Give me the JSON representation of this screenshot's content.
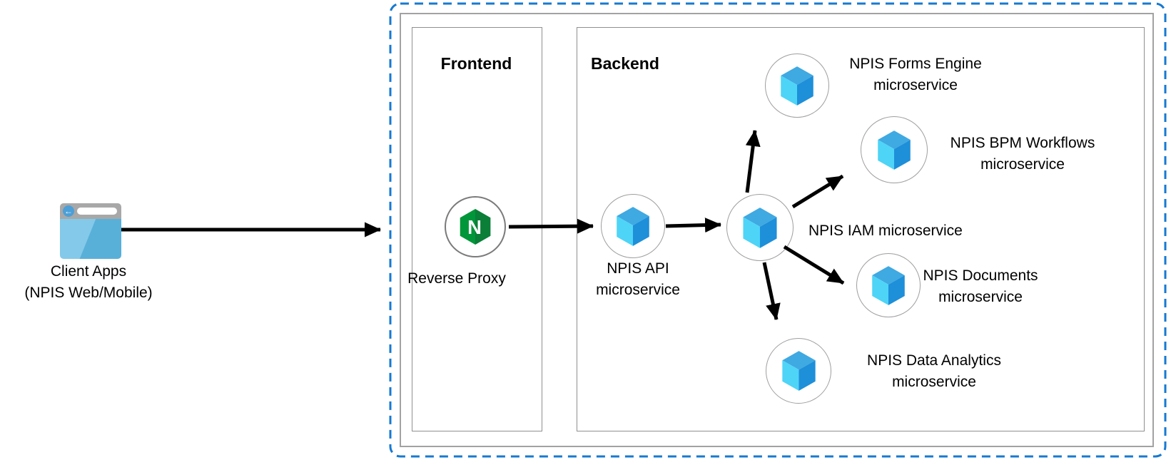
{
  "diagram": {
    "client": {
      "label_line1": "Client Apps",
      "label_line2": "(NPIS Web/Mobile)"
    },
    "frontend": {
      "title": "Frontend",
      "reverse_proxy": {
        "label": "Reverse Proxy",
        "icon_letter": "N"
      }
    },
    "backend": {
      "title": "Backend",
      "nodes": {
        "api": {
          "label_line1": "NPIS API",
          "label_line2": "microservice"
        },
        "iam": {
          "label": "NPIS IAM microservice"
        },
        "forms": {
          "label_line1": "NPIS Forms Engine",
          "label_line2": "microservice"
        },
        "bpm": {
          "label_line1": "NPIS BPM Workflows",
          "label_line2": "microservice"
        },
        "documents": {
          "label_line1": "NPIS Documents",
          "label_line2": "microservice"
        },
        "analytics": {
          "label_line1": "NPIS Data Analytics",
          "label_line2": "microservice"
        }
      }
    },
    "colors": {
      "dashed_border": "#1779D1",
      "box_border": "#A2A2A2",
      "arrow": "#000000",
      "cube_top": "#3FA9E2",
      "cube_left": "#4ED4F7",
      "cube_right": "#1E8FD9",
      "nginx_green": "#009639",
      "nginx_green_dark": "#0B7E38",
      "browser_blue": "#58B0D9"
    }
  }
}
